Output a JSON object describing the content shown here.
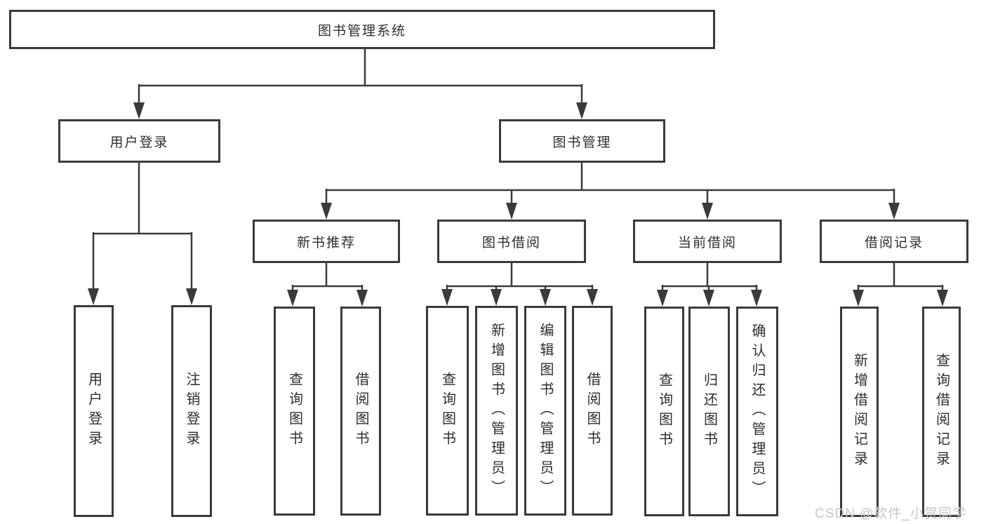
{
  "diagram": {
    "tree": {
      "label": "图书管理系统",
      "children": [
        {
          "label": "用户登录",
          "children": [
            {
              "label": "用户登录"
            },
            {
              "label": "注销登录"
            }
          ]
        },
        {
          "label": "图书管理",
          "children": [
            {
              "label": "新书推荐",
              "children": [
                {
                  "label": "查询图书"
                },
                {
                  "label": "借阅图书"
                }
              ]
            },
            {
              "label": "图书借阅",
              "children": [
                {
                  "label": "查询图书"
                },
                {
                  "label": "新增图书（管理员）"
                },
                {
                  "label": "编辑图书（管理员）"
                },
                {
                  "label": "借阅图书"
                }
              ]
            },
            {
              "label": "当前借阅",
              "children": [
                {
                  "label": "查询图书"
                },
                {
                  "label": "归还图书"
                },
                {
                  "label": "确认归还（管理员）"
                }
              ]
            },
            {
              "label": "借阅记录",
              "children": [
                {
                  "label": "新增借阅记录"
                },
                {
                  "label": "查询借阅记录"
                }
              ]
            }
          ]
        }
      ]
    },
    "watermark": "CSDN @软件_小贺同学",
    "colors": {
      "line": "#3a3a3a",
      "text": "#2e2e2e",
      "background": "#ffffff",
      "watermark": "#c9c5cc"
    }
  }
}
